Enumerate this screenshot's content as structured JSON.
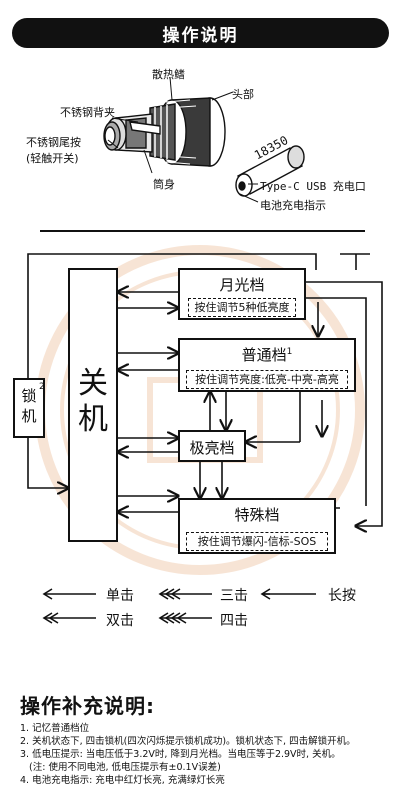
{
  "header": {
    "title": "操作说明"
  },
  "product": {
    "heat_sink": "散热鳍",
    "head": "头部",
    "back_clip": "不锈钢背夹",
    "tail_button": "不锈钢尾按",
    "tail_button_note": "(轻触开关)",
    "body": "筒身",
    "battery_model": "18350",
    "usb_port": "Type-C USB 充电口",
    "charge_indicator": "电池充电指示"
  },
  "flow": {
    "lock": "锁机",
    "lock_sup": "2",
    "off": "关机",
    "moonlight": "月光档",
    "moonlight_sub": "按住调节5种低亮度",
    "normal": "普通档",
    "normal_sup": "1",
    "normal_sub": "按住调节亮度:低亮-中亮-高亮",
    "turbo": "极亮档",
    "special": "特殊档",
    "special_sub": "按住调节爆闪-信标-SOS"
  },
  "legend": {
    "single": "单击",
    "triple": "三击",
    "long_press": "长按",
    "double": "双击",
    "quad": "四击"
  },
  "notes": {
    "title": "操作补充说明:",
    "items": [
      "1. 记忆普通档位",
      "2. 关机状态下, 四击锁机(四次闪烁提示锁机成功)。锁机状态下, 四击解锁开机。",
      "3. 低电压提示: 当电压低于3.2V时, 降到月光档。当电压等于2.9V时, 关机。",
      "   (注: 使用不同电池, 低电压提示有±0.1V误差)",
      "4. 电池充电指示: 充电中红灯长亮, 充满绿灯长亮"
    ]
  },
  "colors": {
    "ink": "#111111",
    "header_bg": "#111111",
    "watermark": "#e9b48a"
  }
}
